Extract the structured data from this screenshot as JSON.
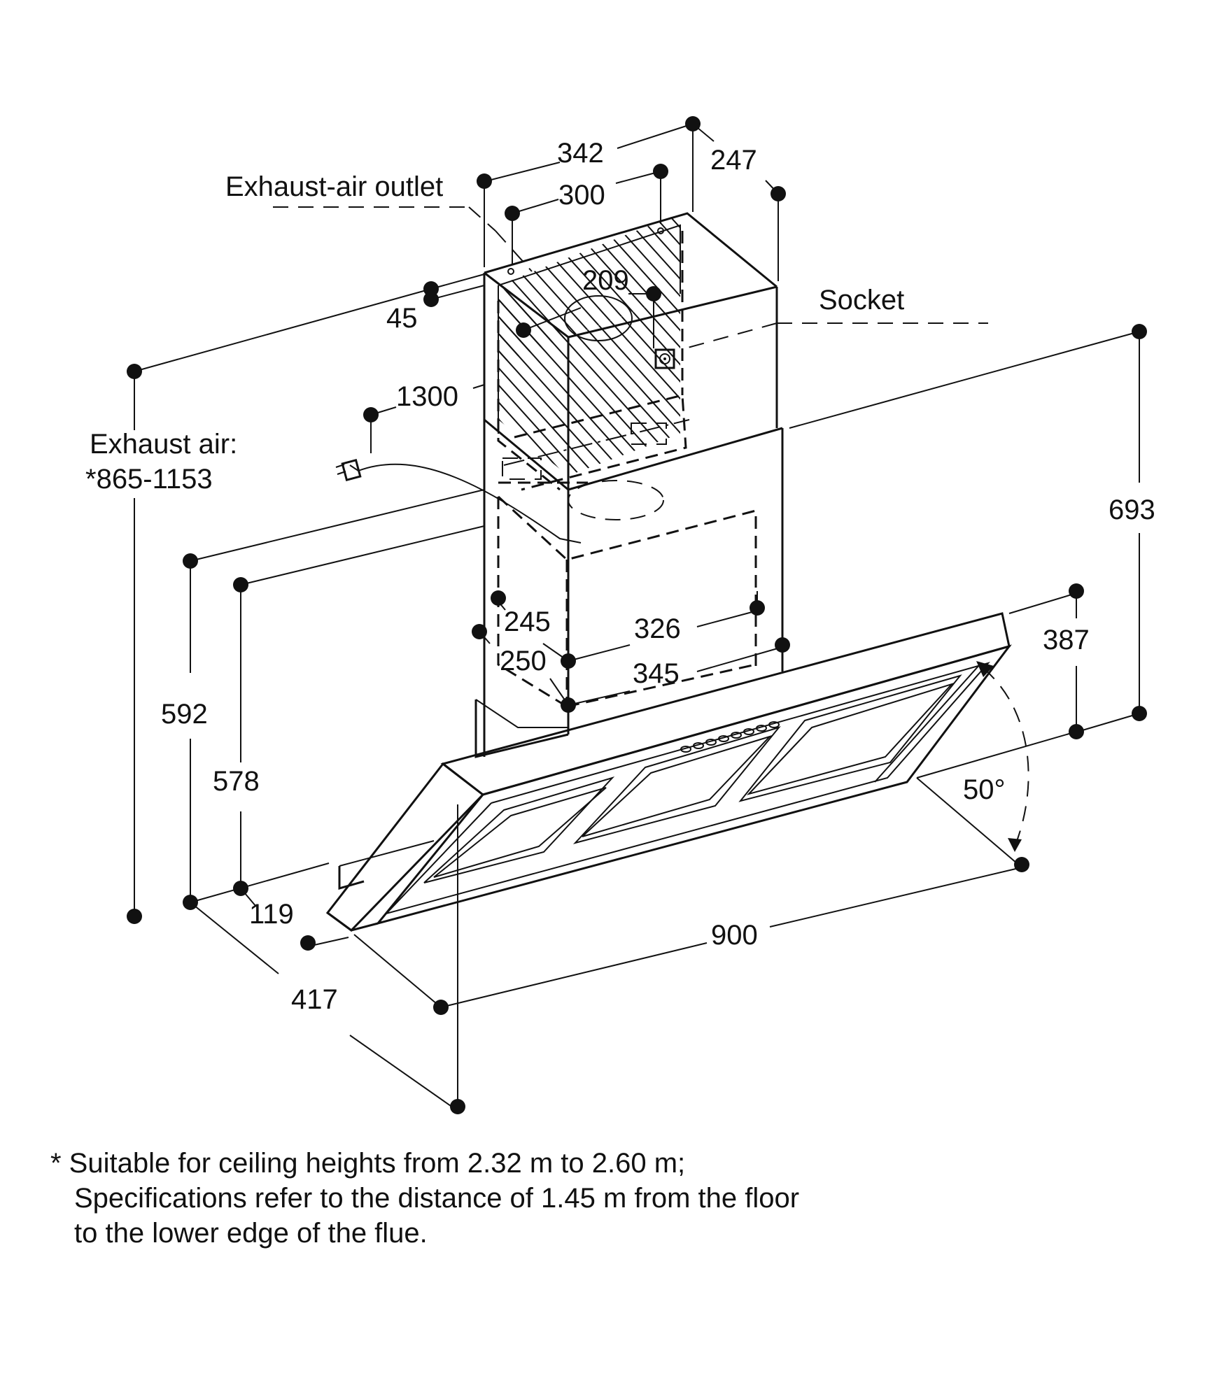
{
  "labels": {
    "exhaust_air_outlet": "Exhaust-air outlet",
    "socket": "Socket",
    "exhaust_air_title": "Exhaust air:",
    "exhaust_air_range": "*865-1153",
    "angle": "50°"
  },
  "dimensions": {
    "d342": "342",
    "d247": "247",
    "d300": "300",
    "d209": "209",
    "d45": "45",
    "d1300": "1300",
    "d693": "693",
    "d592": "592",
    "d578": "578",
    "d245": "245",
    "d250": "250",
    "d326": "326",
    "d345": "345",
    "d387": "387",
    "d119": "119",
    "d900": "900",
    "d417": "417"
  },
  "footnote": {
    "line1": "* Suitable for ceiling heights from 2.32 m to 2.60 m;",
    "line2": "Specifications refer to the distance of 1.45 m from the floor",
    "line3": "to the lower edge of the flue."
  }
}
